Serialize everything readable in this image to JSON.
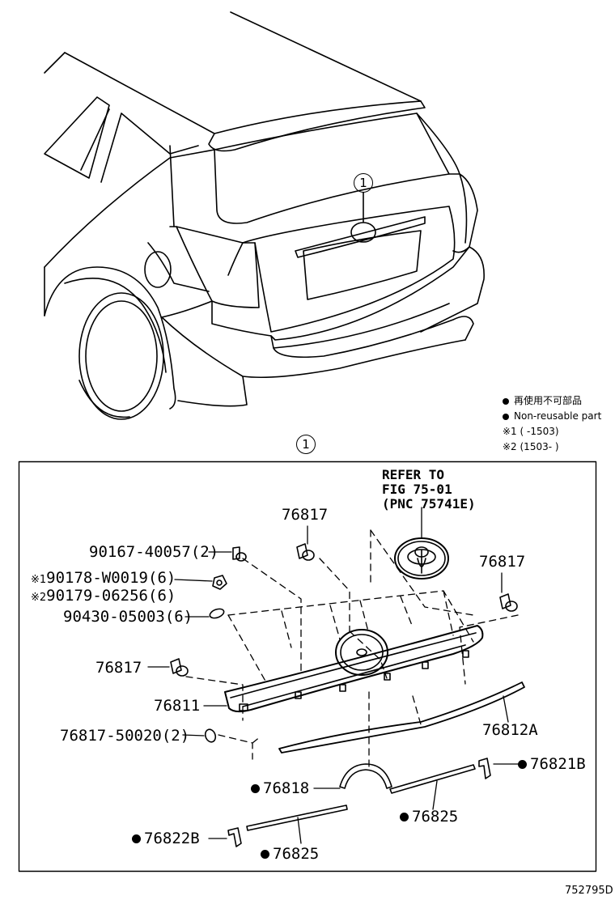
{
  "diagram": {
    "callout_top": "1",
    "callout_group": "1",
    "legend": {
      "item1_jp": "再使用不可部品",
      "item2_en": "Non-reusable part",
      "note1": "※1 (      -1503)",
      "note2": "※2 (1503-      )"
    },
    "refer": {
      "line1": "REFER TO",
      "line2": "FIG 75-01",
      "line3": "(PNC 75741E)"
    },
    "parts": {
      "p76817_top": "76817",
      "p76817_right": "76817",
      "p76817_left": "76817",
      "p90167": "90167-40057(2)",
      "p90178_mark": "※1",
      "p90178": "90178-W0019(6)",
      "p90179_mark": "※2",
      "p90179": "90179-06256(6)",
      "p90430": "90430-05003(6)",
      "p76811": "76811",
      "p76817_50020": "76817-50020(2)",
      "p76812A": "76812A",
      "p76821B": "76821B",
      "p76818": "76818",
      "p76825_right": "76825",
      "p76822B": "76822B",
      "p76825_bottom": "76825"
    },
    "figure_code": "752795D"
  }
}
